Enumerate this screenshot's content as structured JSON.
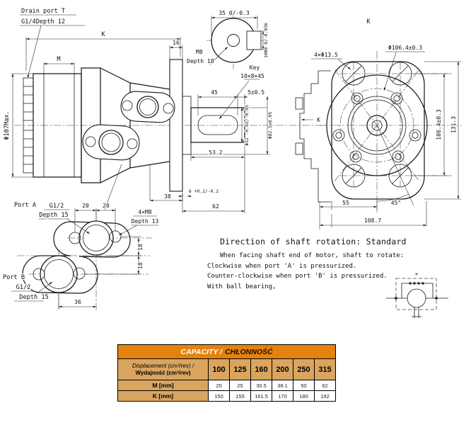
{
  "side_view": {
    "drain_line1": "Drain port T",
    "drain_line2": "G1/4Depth 12",
    "dim_k": "K",
    "dim_m": "M",
    "dim_16": "16",
    "dia_107": "Φ107Max.",
    "dim_38": "38"
  },
  "shaft_section": {
    "dim_35": "35 0/-0.3",
    "key_tol": "10N9 0/-0.036",
    "m8": "M8",
    "m8_depth": "Depth 18",
    "key_label": "Key",
    "key_size": "10×8×45"
  },
  "shaft_detail": {
    "dim_45": "45",
    "dim_5": "5±0.5",
    "dia_32": "Φ32 -0.02/-0.05",
    "dia_82": "Φ82.5±0.05",
    "dim_53": "53.2",
    "dim_6": "6 +0.2/-0.2",
    "dim_62": "62",
    "section_k": "K"
  },
  "rear_view": {
    "label_k": "K",
    "holes": "4×Φ13.5",
    "bolt_circle": "Φ106.4±0.3",
    "dim_106": "106.4±0.3",
    "dim_131": "131.3",
    "dim_55": "55",
    "dim_45": "45°",
    "dim_108": "108.7"
  },
  "port_view": {
    "port_a": "Port A",
    "thread_a": "G1/2",
    "depth_a": "Depth 15",
    "dim_20a": "20",
    "dim_20b": "20",
    "bolts": "4×M8",
    "bolt_depth": "Depth 13",
    "dim_18a": "18",
    "dim_18b": "18",
    "port_b": "Port B",
    "thread_b": "G1/2",
    "depth_b": "Depth 15",
    "dim_36": "36"
  },
  "notes": {
    "title": "Direction of shaft rotation: Standard",
    "line1": "When facing shaft end of motor, shaft to rotate:",
    "line2": "Clockwise when port 'A' is pressurized.",
    "line3": "Counter-clockwise when port 'B' is pressurized.",
    "line4": "With ball bearing,"
  },
  "symbol": {
    "star": "*"
  },
  "table": {
    "title_en": "CAPACITY /",
    "title_pl": "CHŁONNOŚĆ",
    "disp_label_en": "Displacement (cm³/rev) /",
    "disp_label_pl": "Wydajność (cm³/rev)",
    "displacements": [
      "100",
      "125",
      "160",
      "200",
      "250",
      "315"
    ],
    "m_label": "M [mm]",
    "m_values": [
      "20",
      "25",
      "30.5",
      "38.1",
      "50",
      "62"
    ],
    "k_label": "K [mm]",
    "k_values": [
      "150",
      "155",
      "161.5",
      "170",
      "180",
      "192"
    ],
    "header_bg": "#e5820e",
    "subheader_bg": "#d9a55f"
  }
}
